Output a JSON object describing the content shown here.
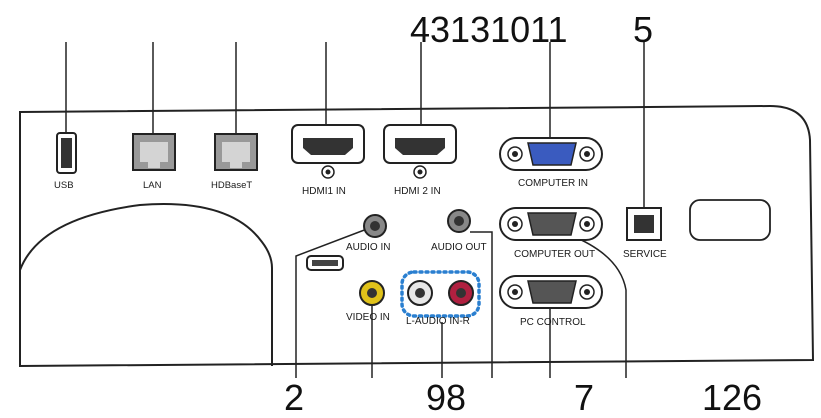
{
  "callouts": {
    "top_group": "43131011",
    "top_service": "5",
    "bottom_audio_in": "2",
    "bottom_video_audio": "98",
    "bottom_pc_control": "7",
    "bottom_computer_out": "126"
  },
  "ports": {
    "usb": "USB",
    "lan": "LAN",
    "hdbaset": "HDBaseT",
    "hdmi1": "HDMI1 IN",
    "hdmi2": "HDMI 2 IN",
    "computer_in": "COMPUTER IN",
    "audio_in": "AUDIO IN",
    "audio_out": "AUDIO OUT",
    "computer_out": "COMPUTER OUT",
    "service": "SERVICE",
    "video_in": "VIDEO IN",
    "audio_lr": "L-AUDIO IN-R",
    "pc_control": "PC CONTROL"
  },
  "colors": {
    "computer_in_vga": "#3a5bbf",
    "video_in_rca": "#e0c21a",
    "audio_r_rca": "#b02040",
    "dotted_highlight": "#2a7fd0"
  }
}
